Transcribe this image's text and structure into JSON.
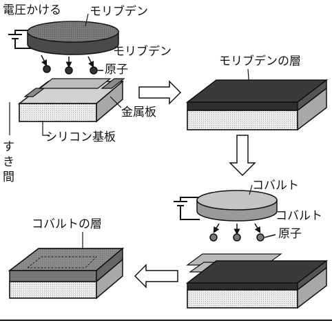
{
  "labels": {
    "apply_voltage": "電圧かける",
    "molybdenum_target": "モリブデン",
    "molybdenum_atoms_line1": "モリブデン",
    "molybdenum_atoms_line2": "原子",
    "metal_plate": "金属板",
    "silicon_substrate": "シリコン基板",
    "gap_1": "す",
    "gap_2": "き",
    "gap_3": "間",
    "molybdenum_layer": "モリブデンの層",
    "cobalt_target": "コバルト",
    "cobalt_atoms_line1": "コバルト",
    "cobalt_atoms_line2": "原子",
    "cobalt_layer": "コバルトの層"
  },
  "colors": {
    "molybdenum_disk": "#707070",
    "cobalt_disk": "#c4c4c4",
    "dark_layer": "#3a3a3a",
    "substrate_top": "#d2d2d2",
    "substrate_front": "#ededed",
    "substrate_side": "#a8a8a8"
  }
}
